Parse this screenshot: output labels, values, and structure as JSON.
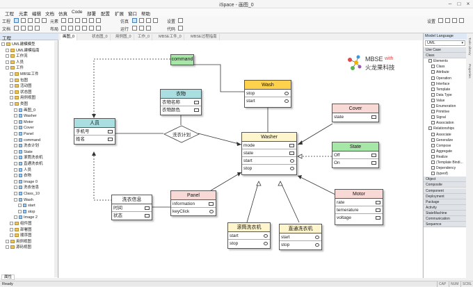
{
  "window": {
    "title": "iSpace - 画图_0"
  },
  "menu": [
    "工程",
    "元素",
    "编辑",
    "文档",
    "仿真",
    "Code",
    "部署",
    "配置",
    "扩展",
    "窗口",
    "帮助"
  ],
  "toolbar": {
    "labels": [
      "工程",
      "文档",
      "元素",
      "布局",
      "仿真",
      "运行",
      "设置",
      "代码"
    ]
  },
  "left_panel": {
    "title": "工程",
    "tree": [
      {
        "label": "UML建模模型",
        "level": 0,
        "icon": "folder-icon"
      },
      {
        "label": "UML建模指南",
        "level": 1,
        "icon": "folder-icon"
      },
      {
        "label": "工作流",
        "level": 1,
        "icon": "folder-icon"
      },
      {
        "label": "人员",
        "level": 1,
        "icon": "folder-icon"
      },
      {
        "label": "工件",
        "level": 1,
        "icon": "folder-icon"
      },
      {
        "label": "MBSE工件",
        "level": 2,
        "icon": "folder-icon"
      },
      {
        "label": "包图",
        "level": 2,
        "icon": "folder-icon"
      },
      {
        "label": "活动图",
        "level": 2,
        "icon": "folder-icon"
      },
      {
        "label": "状态图",
        "level": 2,
        "icon": "folder-icon"
      },
      {
        "label": "用例视图",
        "level": 2,
        "icon": "folder-icon"
      },
      {
        "label": "类图",
        "level": 2,
        "icon": "folder-icon"
      },
      {
        "label": "画图_0",
        "level": 3,
        "icon": "diagram-icon"
      },
      {
        "label": "Washer",
        "level": 3,
        "icon": "class-icon"
      },
      {
        "label": "Motor",
        "level": 3,
        "icon": "class-icon"
      },
      {
        "label": "Cover",
        "level": 3,
        "icon": "class-icon"
      },
      {
        "label": "Panel",
        "level": 3,
        "icon": "class-icon"
      },
      {
        "label": "command",
        "level": 3,
        "icon": "class-icon"
      },
      {
        "label": "洗衣计划",
        "level": 3,
        "icon": "class-icon"
      },
      {
        "label": "State",
        "level": 3,
        "icon": "class-icon"
      },
      {
        "label": "滚筒洗衣机",
        "level": 3,
        "icon": "class-icon"
      },
      {
        "label": "直通洗衣机",
        "level": 3,
        "icon": "class-icon"
      },
      {
        "label": "人员",
        "level": 3,
        "icon": "class-icon"
      },
      {
        "label": "衣物",
        "level": 3,
        "icon": "class-icon"
      },
      {
        "label": "Image 0",
        "level": 3,
        "icon": "image-icon"
      },
      {
        "label": "洗衣信息",
        "level": 3,
        "icon": "class-icon"
      },
      {
        "label": "Class_10",
        "level": 3,
        "icon": "class-icon"
      },
      {
        "label": "Wash",
        "level": 3,
        "icon": "class-icon"
      },
      {
        "label": "start",
        "level": 4,
        "icon": "op-icon"
      },
      {
        "label": "stop",
        "level": 4,
        "icon": "op-icon"
      },
      {
        "label": "Image 2",
        "level": 3,
        "icon": "image-icon"
      },
      {
        "label": "组件图",
        "level": 2,
        "icon": "folder-icon"
      },
      {
        "label": "部署图",
        "level": 2,
        "icon": "folder-icon"
      },
      {
        "label": "顺序图",
        "level": 2,
        "icon": "folder-icon"
      },
      {
        "label": "用例视图",
        "level": 1,
        "icon": "folder-icon"
      },
      {
        "label": "源码视图",
        "level": 1,
        "icon": "folder-icon"
      }
    ]
  },
  "tabs": [
    "画图_0",
    "状态图_0",
    "用例图_0",
    "工作_0",
    "MBSE工件_0",
    "MBSE过程指南"
  ],
  "diagram": {
    "command": {
      "title": "command"
    },
    "wash": {
      "title": "Wash",
      "ops": [
        "stop",
        "start"
      ]
    },
    "clothes": {
      "title": "衣物",
      "attrs": [
        "衣物名称",
        "衣物颜色"
      ]
    },
    "person": {
      "title": "人员",
      "attrs": [
        "手机号",
        "姓名"
      ]
    },
    "plan": {
      "title": "洗衣计划"
    },
    "washer": {
      "title": "Washer",
      "attrs": [
        "mode",
        "state"
      ],
      "ops": [
        "start",
        "stop"
      ]
    },
    "cover": {
      "title": "Cover",
      "attrs": [
        "state"
      ]
    },
    "state": {
      "title": "State",
      "attrs": [
        "Off",
        "On"
      ]
    },
    "motor": {
      "title": "Motor",
      "attrs": [
        "rate",
        "temerature",
        "voltage"
      ]
    },
    "panel": {
      "title": "Panel",
      "attrs": [
        "information"
      ],
      "ops": [
        "keyClick"
      ]
    },
    "info": {
      "title": "洗衣信息",
      "attrs": [
        "时间",
        "状态"
      ]
    },
    "drum": {
      "title": "滚筒洗衣机",
      "ops": [
        "start",
        "stop"
      ]
    },
    "direct": {
      "title": "直通洗衣机",
      "ops": [
        "start",
        "stop"
      ]
    },
    "logo": {
      "line1": "MBSE",
      "line1b": "with",
      "line2": "火龙果科技"
    }
  },
  "right_panel": {
    "title": "Model Language",
    "selector": "UML",
    "rows": [
      {
        "label": "Use Case",
        "cat": true
      },
      {
        "label": "Class",
        "cat": true
      },
      {
        "label": "Elements",
        "cat": false,
        "indent": 1
      },
      {
        "label": "Class",
        "cat": false,
        "indent": 2
      },
      {
        "label": "Attribute",
        "cat": false,
        "indent": 2
      },
      {
        "label": "Operation",
        "cat": false,
        "indent": 2
      },
      {
        "label": "Interface",
        "cat": false,
        "indent": 2
      },
      {
        "label": "Template",
        "cat": false,
        "indent": 2
      },
      {
        "label": "Data Type",
        "cat": false,
        "indent": 2
      },
      {
        "label": "Value",
        "cat": false,
        "indent": 2
      },
      {
        "label": "Enumeration",
        "cat": false,
        "indent": 2
      },
      {
        "label": "Primitive",
        "cat": false,
        "indent": 2
      },
      {
        "label": "Signal",
        "cat": false,
        "indent": 2
      },
      {
        "label": "Association",
        "cat": false,
        "indent": 2
      },
      {
        "label": "Relationships",
        "cat": false,
        "indent": 1
      },
      {
        "label": "Associate",
        "cat": false,
        "indent": 2
      },
      {
        "label": "Generalize",
        "cat": false,
        "indent": 2
      },
      {
        "label": "Compose",
        "cat": false,
        "indent": 2
      },
      {
        "label": "Aggregate",
        "cat": false,
        "indent": 2
      },
      {
        "label": "Realize",
        "cat": false,
        "indent": 2
      },
      {
        "label": "(Template Bindi...",
        "cat": false,
        "indent": 2
      },
      {
        "label": "Dependency",
        "cat": false,
        "indent": 2
      },
      {
        "label": "(typeof)",
        "cat": false,
        "indent": 2
      },
      {
        "label": "Object",
        "cat": true
      },
      {
        "label": "Composite",
        "cat": true
      },
      {
        "label": "Component",
        "cat": true
      },
      {
        "label": "Deployment",
        "cat": true
      },
      {
        "label": "Package",
        "cat": true
      },
      {
        "label": "Activity",
        "cat": true
      },
      {
        "label": "StateMachine",
        "cat": true
      },
      {
        "label": "Communication",
        "cat": true
      },
      {
        "label": "Sequence",
        "cat": true
      }
    ]
  },
  "side_strip": [
    "Tools Library",
    "Properties"
  ],
  "bottom_tab": "属性",
  "status": {
    "text": "Ready",
    "indicators": [
      "CAP",
      "NUM",
      "SCRL"
    ]
  },
  "colors": {
    "command": "#a6e6a6",
    "wash": "#ffd24d",
    "clothes": "#a9dfe0",
    "person": "#a9dfe0",
    "washer": "#fff5cc",
    "cover": "#f8d9d6",
    "state": "#a6e6a6",
    "motor": "#f8d9d6",
    "panel": "#f8d9d6",
    "info": "#ffffff",
    "drum": "#fff5cc",
    "direct": "#fff5cc"
  }
}
